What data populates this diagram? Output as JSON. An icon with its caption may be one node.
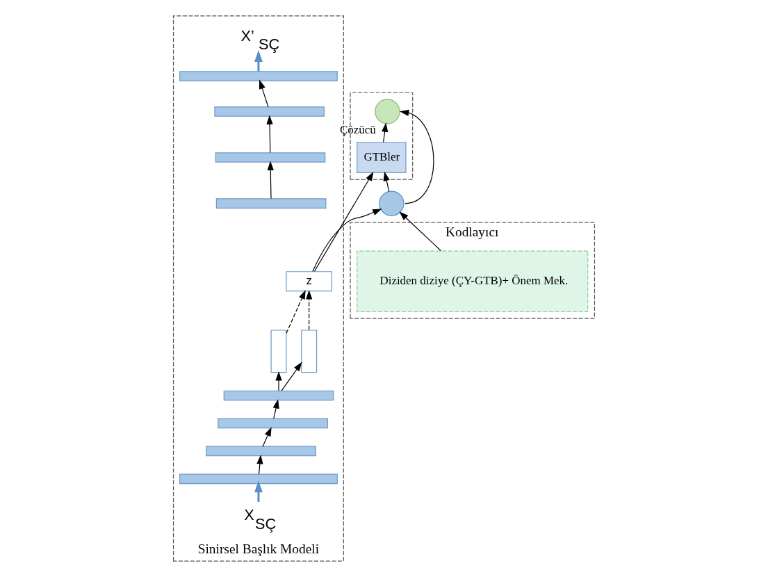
{
  "diagram": {
    "nodes": [
      {
        "text": [
          "Sinirsel Başlık Modeli"
        ]
      },
      {
        "text": [
          "X’ $_{SÇ}$"
        ],
        "in": 0
      },
      {
        "text": [],
        "shape": "bar",
        "in": 0
      },
      {
        "text": [],
        "shape": "bar",
        "in": 0
      },
      {
        "text": [],
        "shape": "bar",
        "in": 0
      },
      {
        "text": [],
        "shape": "bar",
        "in": 0
      },
      {
        "text": [
          "z"
        ],
        "in": 0
      },
      {
        "text": [],
        "shape": "box",
        "in": 0
      },
      {
        "text": [],
        "shape": "box",
        "in": 0
      },
      {
        "text": [],
        "shape": "bar",
        "in": 0
      },
      {
        "text": [],
        "shape": "bar",
        "in": 0
      },
      {
        "text": [],
        "shape": "bar",
        "in": 0
      },
      {
        "text": [],
        "shape": "bar",
        "in": 0
      },
      {
        "text": [
          "X$_{SÇ}$"
        ],
        "in": 0
      },
      {
        "text": [],
        "shape": "box"
      },
      {
        "text": [],
        "shape": "circle",
        "beside": [
          "Çözücü"
        ],
        "in": 14
      },
      {
        "text": [
          "GTBler"
        ],
        "in": 14
      },
      {
        "text": [],
        "shape": "circle"
      },
      {
        "text": [
          "Kodlayıcı"
        ]
      },
      {
        "text": [
          "Diziden diziye (ÇY-GTB)+ Önem Mek."
        ],
        "in": 18
      }
    ],
    "edges": [
      {
        "from": 13,
        "to": 12,
        "arrow": "to",
        "style": "thick",
        "color": "#5b8fc7"
      },
      {
        "from": 12,
        "to": 11,
        "arrow": "to"
      },
      {
        "from": 11,
        "to": 10,
        "arrow": "to"
      },
      {
        "from": 10,
        "to": 9,
        "arrow": "to"
      },
      {
        "from": 9,
        "to": 7,
        "arrow": "to"
      },
      {
        "from": 9,
        "to": 8,
        "arrow": "to"
      },
      {
        "from": 7,
        "to": 6,
        "arrow": "to",
        "style": "dashed"
      },
      {
        "from": 8,
        "to": 6,
        "arrow": "to",
        "style": "dashed"
      },
      {
        "from": 5,
        "to": 4,
        "arrow": "to"
      },
      {
        "from": 4,
        "to": 3,
        "arrow": "to"
      },
      {
        "from": 3,
        "to": 2,
        "arrow": "to"
      },
      {
        "from": 2,
        "to": 1,
        "arrow": "to",
        "style": "thick",
        "color": "#5b8fc7"
      },
      {
        "from": 6,
        "to": 17,
        "arrow": "to"
      },
      {
        "from": 6,
        "to": 16,
        "arrow": "to"
      },
      {
        "from": 19,
        "to": 17,
        "arrow": "to"
      },
      {
        "from": 17,
        "to": 16,
        "arrow": "to"
      },
      {
        "from": 17,
        "to": 15,
        "arrow": "to"
      },
      {
        "from": 16,
        "to": 15,
        "arrow": "to"
      }
    ]
  }
}
